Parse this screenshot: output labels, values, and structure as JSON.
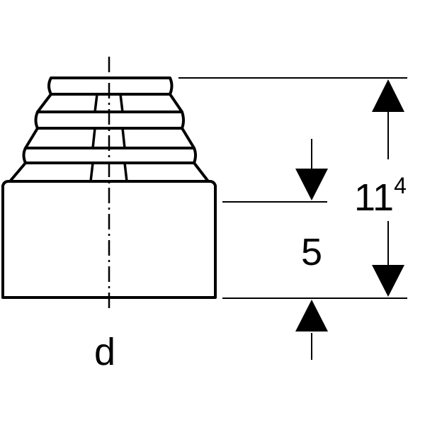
{
  "drawing": {
    "dimensions": {
      "overall_height": {
        "value": "11",
        "superscript": "4"
      },
      "base_height": "5",
      "diameter_symbol": "d"
    },
    "colors": {
      "line": "#000000",
      "background": "#ffffff"
    }
  }
}
